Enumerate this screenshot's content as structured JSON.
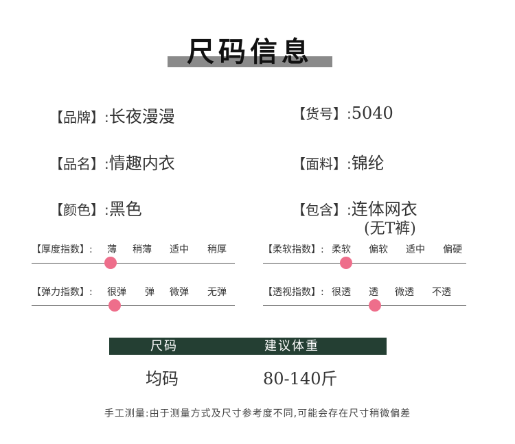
{
  "title": "尺码信息",
  "info": {
    "brand": {
      "label": "【品牌】:",
      "value": "长夜漫漫"
    },
    "item_no": {
      "label": "【货号】:",
      "value": "5040"
    },
    "name": {
      "label": "【品名】:",
      "value": "情趣内衣"
    },
    "fabric": {
      "label": "【面料】:",
      "value": "锦纶"
    },
    "color": {
      "label": "【颜色】:",
      "value": "黑色"
    },
    "includes": {
      "label": "【包含】:",
      "value": "连体网衣",
      "value_note": "(无T裤)"
    }
  },
  "scales": {
    "thickness": {
      "label": "【厚度指数】:",
      "options": [
        "薄",
        "稍薄",
        "适中",
        "稍厚"
      ],
      "selected_index": 0,
      "level": 0.39
    },
    "softness": {
      "label": "【柔软指数】:",
      "options": [
        "柔软",
        "偏软",
        "适中",
        "偏硬"
      ],
      "selected_index": 0,
      "level": 0.41
    },
    "elasticity": {
      "label": "【弹力指数】:",
      "options": [
        "很弹",
        "弹",
        "微弹",
        "无弹"
      ],
      "selected_index": 0,
      "level": 0.41
    },
    "transparency": {
      "label": "【透视指数】:",
      "options": [
        "很透",
        "透",
        "微透",
        "不透"
      ],
      "selected_index": 1,
      "level": 0.55
    }
  },
  "size_table": {
    "headers": [
      "尺码",
      "建议体重"
    ],
    "rows": [
      [
        "均码",
        "80-140斤"
      ]
    ],
    "header_bg": "#243f33"
  },
  "note": "手工测量:由于测量方式及尺寸参考度不同,可能会存在尺寸稍微偏差",
  "colors": {
    "accent": "#ee6e8b",
    "title_bar": "#8a8a8a"
  }
}
